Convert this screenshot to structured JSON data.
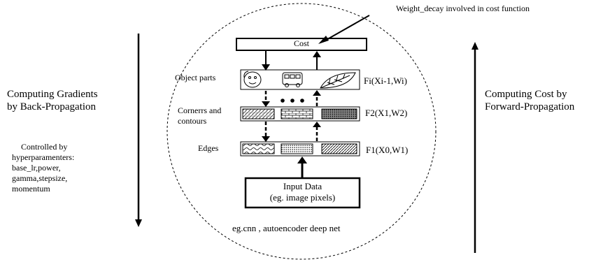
{
  "annotations": {
    "weight_decay": "Weight_decay involved in cost function",
    "left_title_line1": "Computing Gradients",
    "left_title_line2": "by Back-Propagation",
    "right_title_line1": "Computing Cost by",
    "right_title_line2": "Forward-Propagation",
    "controls": [
      "Controlled by",
      "hyperparamenters:",
      "base_lr,power,",
      "gamma,stepsize,",
      "momentum"
    ],
    "network_note": "eg.cnn , autoencoder deep net"
  },
  "stack": {
    "cost_label": "Cost",
    "layers": [
      {
        "label": "Object  parts",
        "function": "Fi(Xi-1,Wi)"
      },
      {
        "label_line1": "Cornerrs and",
        "label_line2": "contours",
        "function": "F2(X1,W2)"
      },
      {
        "label": "Edges",
        "function": "F1(X0,W1)"
      }
    ],
    "input_line1": "Input Data",
    "input_line2": "(eg. image pixels)"
  },
  "colors": {
    "stroke": "#000000",
    "background": "#ffffff"
  },
  "icons": [
    "face-sketch-icon",
    "bus-sketch-icon",
    "leaf-sketch-icon",
    "ellipsis-dots-icon"
  ]
}
